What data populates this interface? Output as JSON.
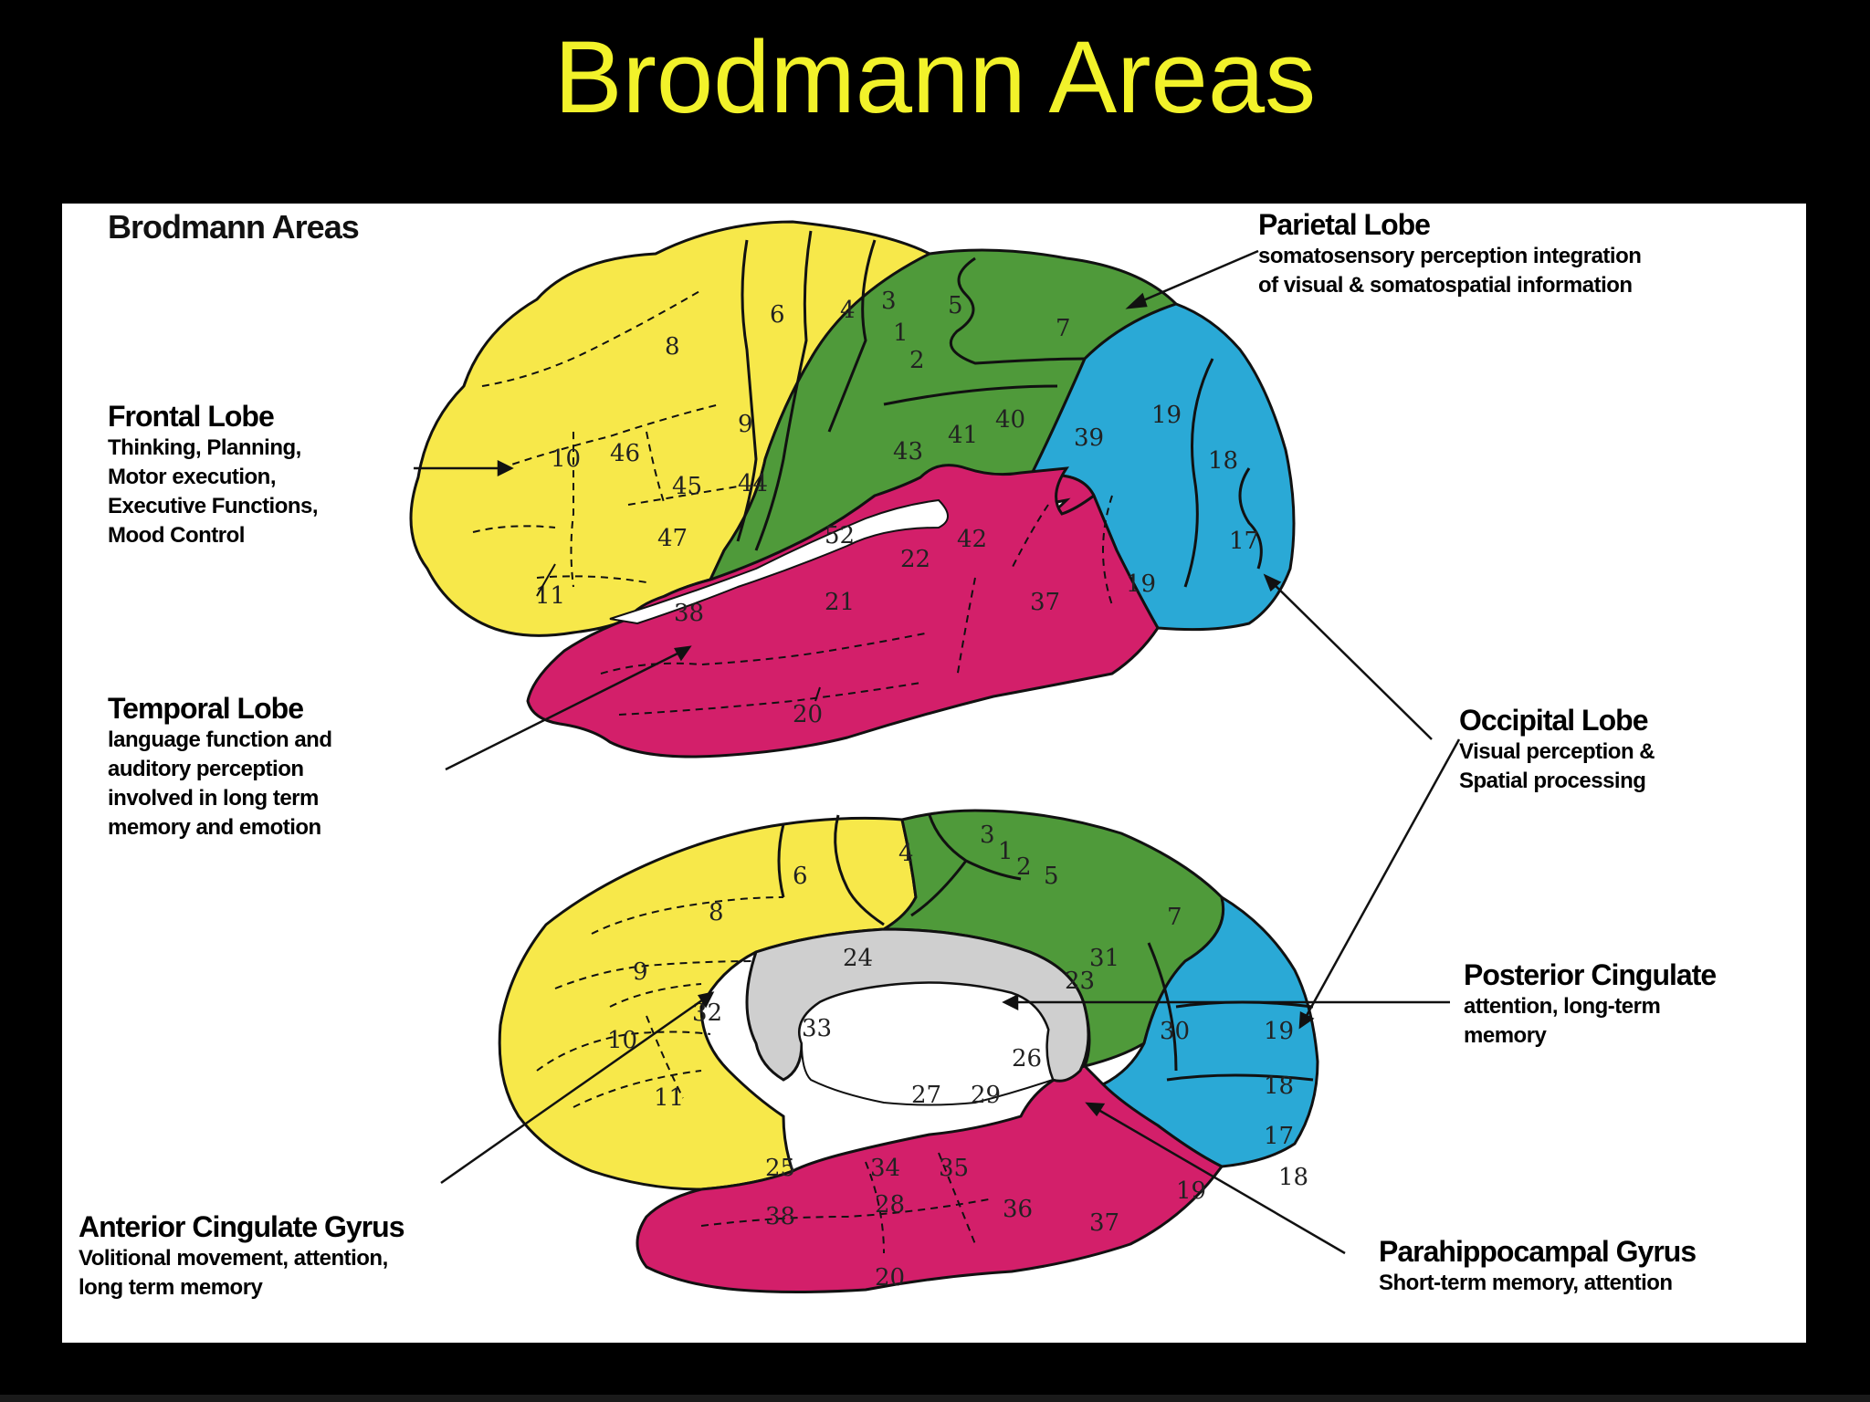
{
  "slide": {
    "title": "Brodmann Areas"
  },
  "panel": {
    "heading": "Brodmann Areas"
  },
  "labels": {
    "parietal": {
      "title": "Parietal Lobe",
      "lines": [
        "somatosensory perception integration",
        "of visual & somatospatial information"
      ]
    },
    "frontal": {
      "title": "Frontal Lobe",
      "lines": [
        "Thinking, Planning,",
        "Motor execution,",
        "Executive Functions,",
        "Mood Control"
      ]
    },
    "temporal": {
      "title": "Temporal Lobe",
      "lines": [
        "language function and",
        "auditory perception",
        "involved in long term",
        "memory and emotion"
      ]
    },
    "occipital": {
      "title": "Occipital Lobe",
      "lines": [
        "Visual perception &",
        "Spatial processing"
      ]
    },
    "posterior_cingulate": {
      "title": "Posterior Cingulate",
      "lines": [
        "attention, long-term",
        "memory"
      ]
    },
    "anterior_cingulate": {
      "title": "Anterior Cingulate Gyrus",
      "lines": [
        "Volitional movement, attention,",
        "long term memory"
      ]
    },
    "parahippocampal": {
      "title": "Parahippocampal Gyrus",
      "lines": [
        "Short-term memory, attention"
      ]
    }
  },
  "lobe_colors": {
    "frontal": "#f7e84a",
    "parietal": "#4f9a3a",
    "temporal": "#d31f6a",
    "occipital": "#2aa9d6",
    "limbic": "#cfcfcf"
  },
  "lateral_areas": [
    "4",
    "6",
    "8",
    "9",
    "10",
    "46",
    "45",
    "44",
    "47",
    "11",
    "3",
    "1",
    "2",
    "5",
    "7",
    "40",
    "39",
    "43",
    "41",
    "52",
    "22",
    "42",
    "21",
    "38",
    "37",
    "20",
    "19",
    "18",
    "17",
    "19"
  ],
  "medial_areas": [
    "4",
    "6",
    "8",
    "9",
    "24",
    "32",
    "10",
    "33",
    "11",
    "25",
    "3",
    "1",
    "2",
    "5",
    "7",
    "31",
    "23",
    "30",
    "26",
    "27",
    "29",
    "34",
    "35",
    "28",
    "38",
    "36",
    "37",
    "19",
    "19",
    "18",
    "17",
    "18",
    "20"
  ]
}
